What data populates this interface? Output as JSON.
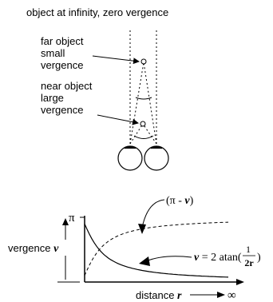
{
  "upper_figure": {
    "title": "object at infinity, zero vergence",
    "far_label": [
      "far object",
      "small",
      "vergence"
    ],
    "near_label": [
      "near object",
      "large",
      "vergence"
    ]
  },
  "lower_figure": {
    "pi_label": "π",
    "ylabel_text": "vergence",
    "ylabel_var": "v",
    "xlabel_text": "distance",
    "xlabel_var": "r",
    "infinity_label": "∞",
    "curve_pi_minus_label": "(π - v)",
    "formula": {
      "lhs_var": "v",
      "eq": " = 2 atan(",
      "numerator": "1",
      "denominator": "2r",
      "close": ")"
    }
  },
  "chart_data": {
    "type": "line",
    "title": "",
    "xlabel": "distance r",
    "ylabel": "vergence v",
    "ytick_labels": [
      "π"
    ],
    "x_end_label": "∞",
    "series": [
      {
        "name": "v = 2 atan(1/2r)",
        "style": "solid",
        "function": "2*atan(1/(2*r))"
      },
      {
        "name": "(π - v)",
        "style": "dashed",
        "function": "pi - 2*atan(1/(2*r))"
      }
    ],
    "grid": false
  }
}
